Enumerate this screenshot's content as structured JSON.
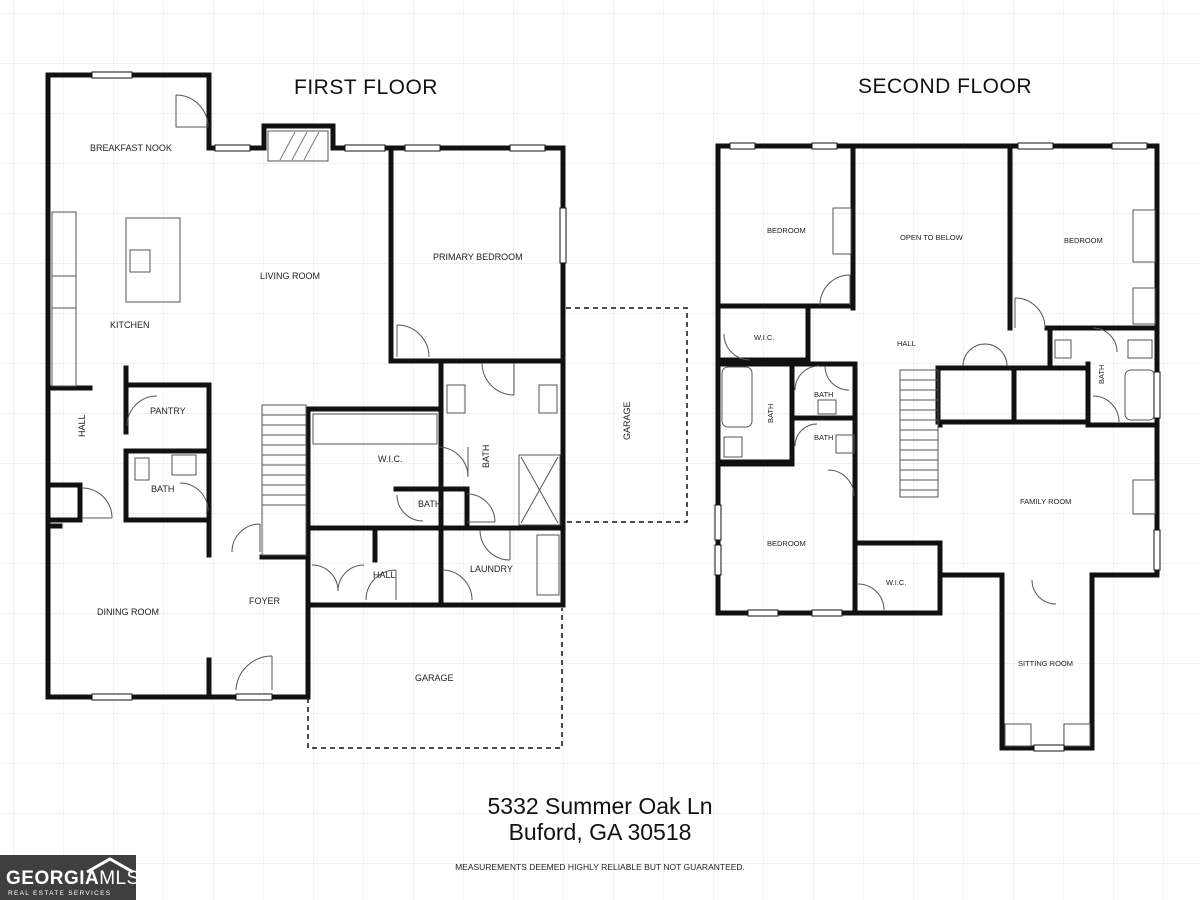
{
  "floors": {
    "first": {
      "title": "FIRST FLOOR",
      "rooms": {
        "breakfast_nook": "BREAKFAST NOOK",
        "living_room": "LIVING ROOM",
        "kitchen": "KITCHEN",
        "primary_bedroom": "PRIMARY BEDROOM",
        "pantry": "PANTRY",
        "hall_left": "HALL",
        "bath_left": "BATH",
        "wic": "W.I.C.",
        "bath_primary": "BATH",
        "bath_small": "BATH",
        "garage_right": "GARAGE",
        "hall_center": "HALL",
        "laundry": "LAUNDRY",
        "dining_room": "DINING ROOM",
        "foyer": "FOYER",
        "garage_bottom": "GARAGE"
      }
    },
    "second": {
      "title": "SECOND FLOOR",
      "rooms": {
        "bedroom_left": "BEDROOM",
        "open_to_below": "OPEN TO BELOW",
        "bedroom_right": "BEDROOM",
        "wic_top": "W.I.C.",
        "hall": "HALL",
        "bath_vertical": "BATH",
        "bath_a": "BATH",
        "bath_b": "BATH",
        "bath_right": "BATH",
        "family_room": "FAMILY ROOM",
        "bedroom_bottom": "BEDROOM",
        "wic_bottom": "W.I.C.",
        "sitting_room": "SITTING ROOM"
      }
    }
  },
  "address": {
    "line1": "5332 Summer Oak Ln",
    "line2": "Buford, GA 30518"
  },
  "disclaimer": "MEASUREMENTS DEEMED HIGHLY RELIABLE BUT NOT GUARANTEED.",
  "logo": {
    "brand_left": "GEORGIA",
    "brand_right": "MLS",
    "tagline": "REAL ESTATE SERVICES"
  },
  "colors": {
    "wall": "#111111",
    "grid": "#e6e6e6",
    "logo_bg": "#3f3f3f"
  }
}
